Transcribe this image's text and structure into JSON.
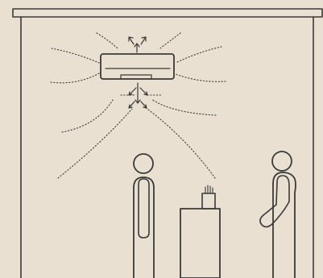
{
  "diagram": {
    "background_color": "#e9e0d2",
    "line_color": "#3a3a3a",
    "elements": [
      "room-walls",
      "air-conditioner-unit",
      "airflow-lines",
      "person-left",
      "person-right",
      "side-table",
      "pencil-cup"
    ]
  }
}
